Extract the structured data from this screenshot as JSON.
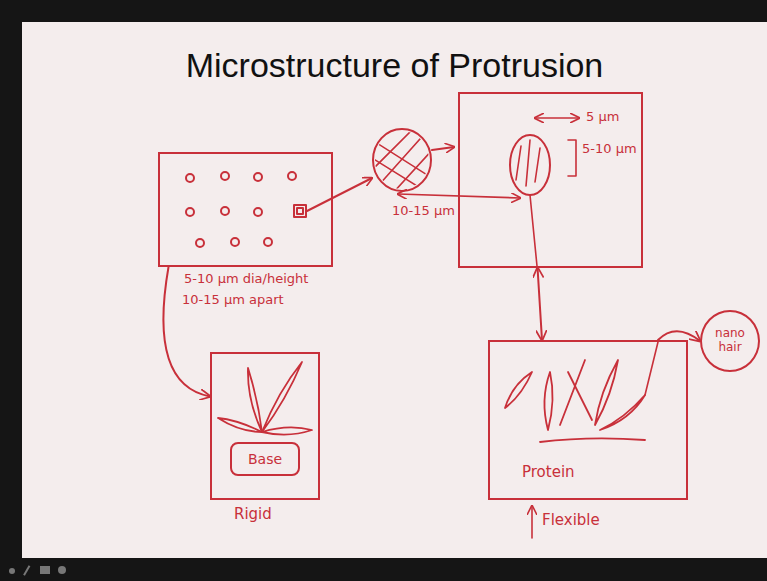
{
  "diagram": {
    "title": "Microstructure of Protrusion",
    "nodes": [
      {
        "text": [
          "5-10 μm dia/height",
          "10-15 μm apart"
        ]
      },
      {
        "text": [
          "5 μm",
          "5-10 μm"
        ]
      },
      {
        "text": [
          "Rigid"
        ]
      },
      {
        "text": [
          "Base"
        ],
        "in": 2
      },
      {
        "text": [
          "Protein"
        ]
      },
      {
        "text": [
          "nano hair"
        ]
      }
    ],
    "edges": [
      {
        "from": 0,
        "to": 2,
        "arrow": "to"
      },
      {
        "from": 1,
        "to": 4,
        "arrow": "both"
      },
      {
        "from": 4,
        "to": 5,
        "arrow": "to"
      }
    ],
    "labels": [
      "10-15 μm",
      "Flexible"
    ]
  }
}
